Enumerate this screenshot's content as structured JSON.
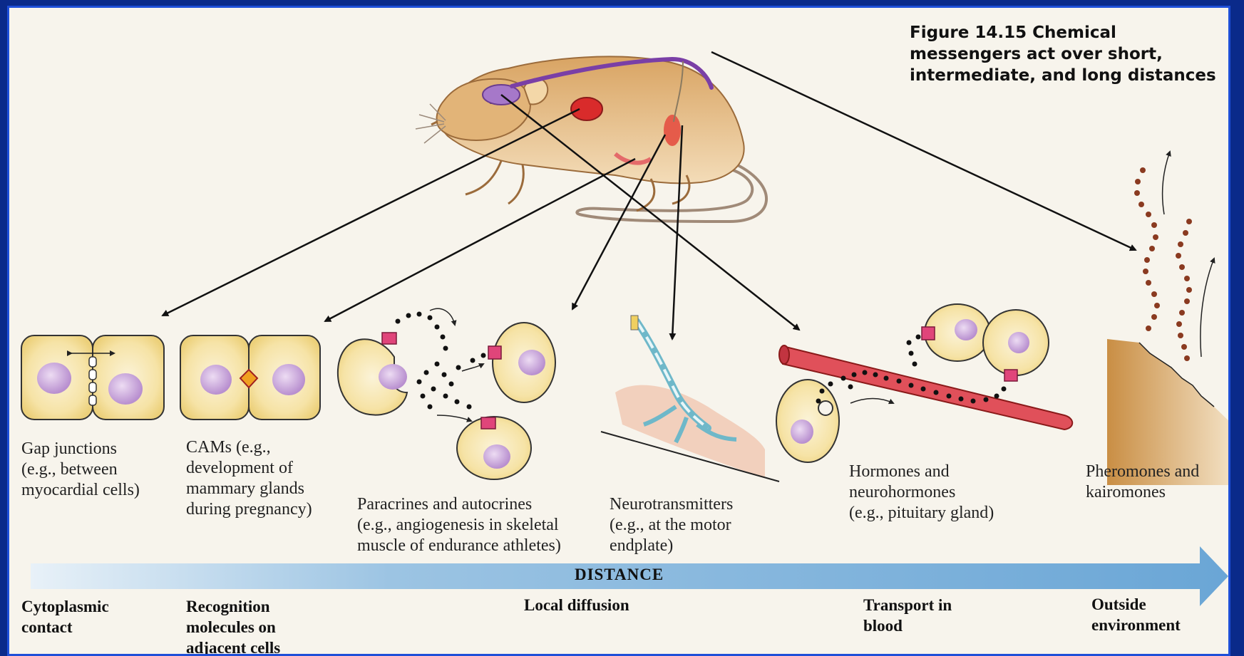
{
  "figure": {
    "caption": "Figure 14.15  Chemical messengers act over short, intermediate, and long distances"
  },
  "messengers": [
    {
      "label": "Gap junctions\n(e.g., between\nmyocardial cells)"
    },
    {
      "label": "CAMs (e.g.,\ndevelopment of\nmammary glands\nduring pregnancy)"
    },
    {
      "label": "Paracrines and autocrines\n(e.g., angiogenesis in skeletal\nmuscle of endurance athletes)"
    },
    {
      "label": "Neurotransmitters\n(e.g., at the motor\nendplate)"
    },
    {
      "label": "Hormones and\nneurohormones\n(e.g., pituitary gland)"
    },
    {
      "label": "Pheromones and\nkairomones"
    }
  ],
  "distance_axis": {
    "label": "DISTANCE",
    "categories": [
      "Cytoplasmic\ncontact",
      "Recognition\nmolecules on\nadjacent cells",
      "Local diffusion",
      "Transport in\nblood",
      "Outside\nenvironment"
    ]
  },
  "colors": {
    "frame": "#1e4fd8",
    "background": "#f7f4ec",
    "cell_fill": "#f6e3a6",
    "nucleus": "#c9a6d9",
    "receptor": "#e0457a",
    "blood_vessel": "#e0505a",
    "distance_arrow": "#7fb2db",
    "pheromone_dots": "#8a3a20"
  }
}
